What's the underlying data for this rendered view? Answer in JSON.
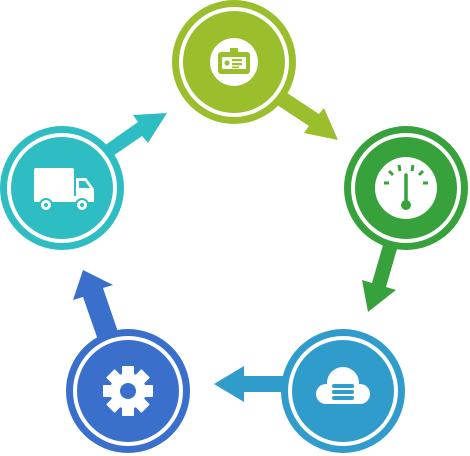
{
  "diagram": {
    "type": "cycle",
    "direction": "clockwise",
    "nodes": [
      {
        "id": "id-card",
        "icon": "id-card-icon",
        "color": "#9BBE2C"
      },
      {
        "id": "gauge",
        "icon": "gauge-icon",
        "color": "#37A23C"
      },
      {
        "id": "cloud",
        "icon": "cloud-icon",
        "color": "#2F9CCB"
      },
      {
        "id": "settings",
        "icon": "gear-icon",
        "color": "#3A6FCB"
      },
      {
        "id": "delivery",
        "icon": "truck-icon",
        "color": "#2DBDC2"
      }
    ],
    "ring_color": "#ffffff"
  }
}
